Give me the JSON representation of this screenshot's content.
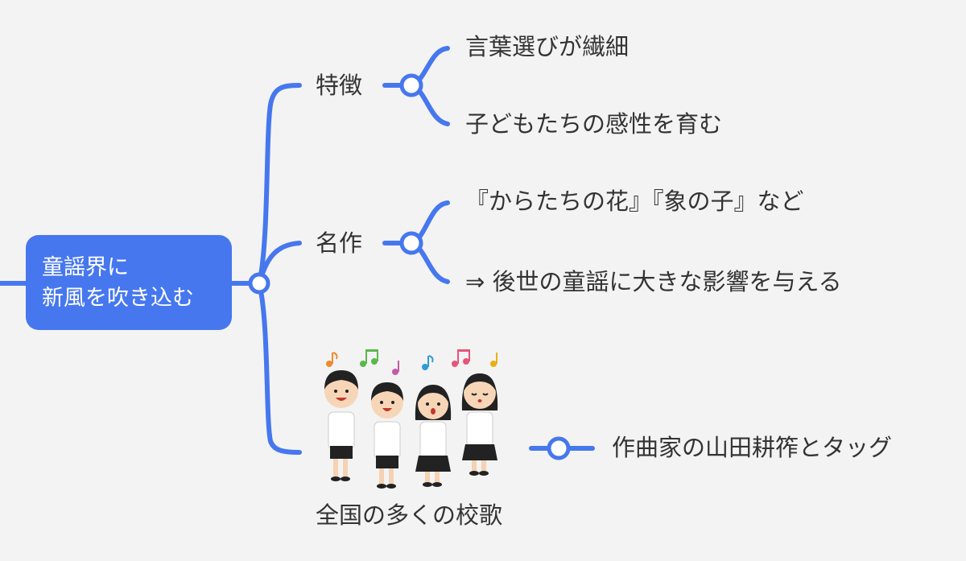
{
  "colors": {
    "background": "#f3f3f3",
    "line": "#4677ee",
    "root_fill": "#4677ee",
    "text": "#333333"
  },
  "root": {
    "line1": "童謡界に",
    "line2": "新風を吹き込む"
  },
  "branches": {
    "features": {
      "title": "特徴",
      "children": [
        "言葉選びが繊細",
        "子どもたちの感性を育む"
      ]
    },
    "works": {
      "title": "名作",
      "children": [
        "『からたちの花』『象の子』など",
        "⇒ 後世の童謡に大きな影響を与える"
      ]
    },
    "school_songs": {
      "title": "全国の多くの校歌",
      "image": "children-choir-illustration",
      "child": "作曲家の山田耕筰とタッグ"
    }
  }
}
